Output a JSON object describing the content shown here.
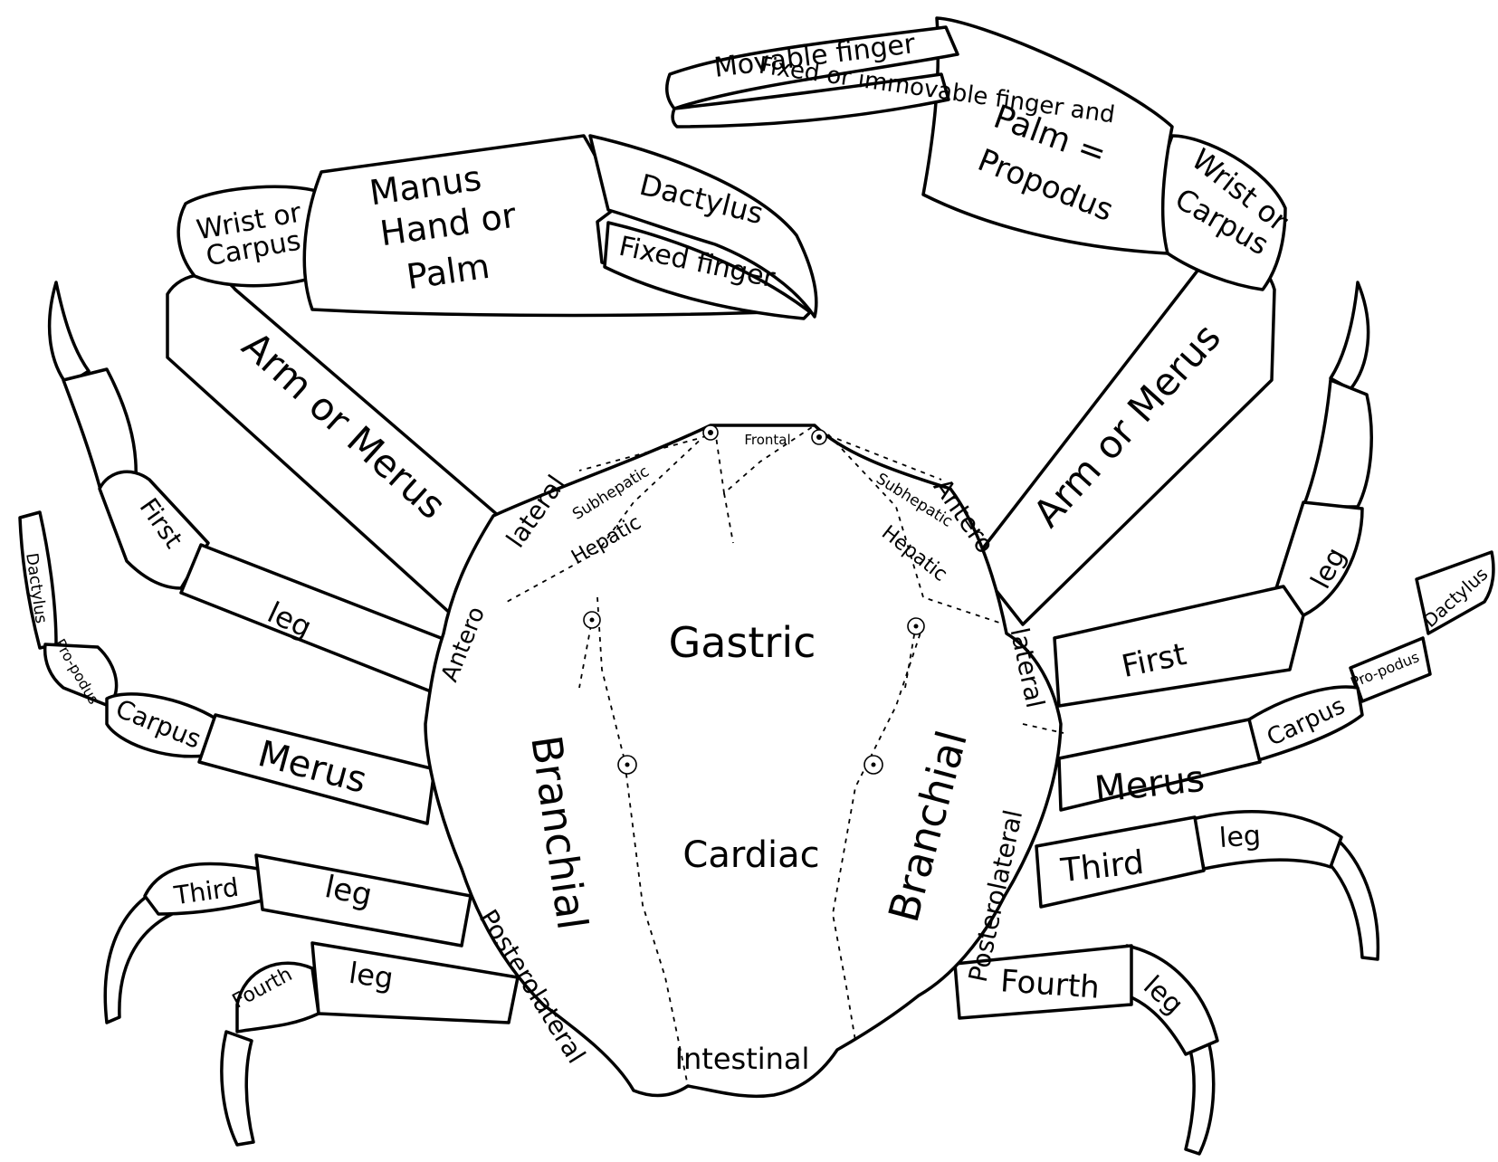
{
  "diagram": {
    "labels": {
      "movable_finger": "Movable finger",
      "fixed_immovable_finger": "Fixed or immovable finger and",
      "palm_propodus": "Palm =",
      "propodus": "Propodus",
      "right_wrist_a": "Wrist or",
      "right_wrist_b": "Carpus",
      "left_wrist_a": "Wrist or",
      "left_wrist_b": "Carpus",
      "manus_a": "Manus",
      "manus_b": "Hand or",
      "manus_c": "Palm",
      "dactylus_claw": "Dactylus",
      "fixed_finger": "Fixed finger",
      "left_arm": "Arm or Merus",
      "right_arm": "Arm or Merus",
      "left_first_a": "First",
      "left_first_b": "leg",
      "right_first_a": "First",
      "right_first_b": "leg",
      "left_dactylus": "Dactylus",
      "left_propodus": "Pro-podus",
      "left_carpus": "Carpus",
      "left_merus": "Merus",
      "right_dactylus": "Dactylus",
      "right_propodus": "Pro-podus",
      "right_carpus": "Carpus",
      "right_merus": "Merus",
      "left_third_a": "Third",
      "left_third_b": "leg",
      "right_third_a": "Third",
      "right_third_b": "leg",
      "left_fourth_a": "Fourth",
      "left_fourth_b": "leg",
      "right_fourth_a": "Fourth",
      "right_fourth_b": "leg",
      "frontal": "Frontal",
      "left_subhepatic": "Subhepatic",
      "left_hepatic": "Hepatic",
      "right_subhepatic": "Subhepatic",
      "right_hepatic": "Hepatic",
      "left_anterolateral_a": "Antero",
      "left_anterolateral_b": "lateral",
      "right_anterolateral_a": "Antero",
      "right_anterolateral_b": "lateral",
      "gastric": "Gastric",
      "left_branchial": "Branchial",
      "right_branchial": "Branchial",
      "cardiac": "Cardiac",
      "left_posterolateral": "Posterolateral",
      "right_posterolateral": "Posterolateral",
      "intestinal": "Intestinal"
    }
  }
}
